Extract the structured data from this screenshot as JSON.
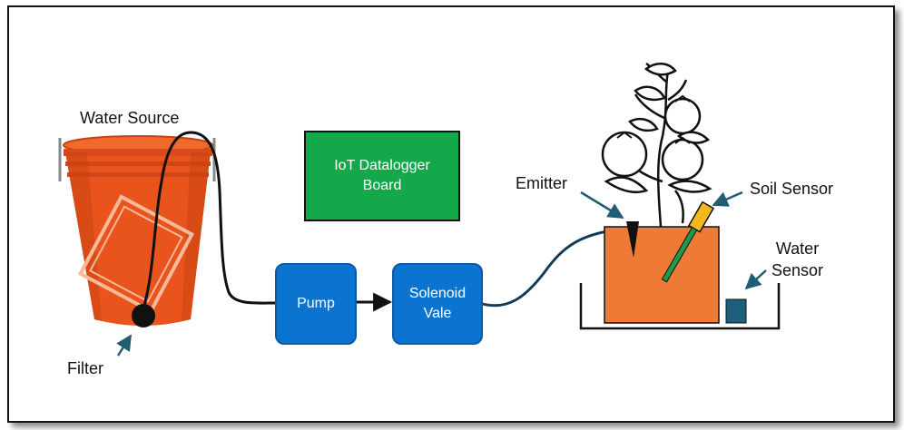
{
  "labels": {
    "water_source": "Water Source",
    "filter": "Filter",
    "emitter": "Emitter",
    "soil_sensor": "Soil Sensor",
    "water_sensor": "Water\nSensor"
  },
  "boxes": {
    "datalogger": "IoT Datalogger\nBoard",
    "pump": "Pump",
    "solenoid": "Solenoid\nVale"
  },
  "colors": {
    "bucket": "#e8541c",
    "bucket_dark": "#c8410f",
    "pot": "#ee7a36",
    "box_blue": "#0b74d1",
    "box_green": "#14a84b",
    "arrow": "#1f5d73",
    "tube_blue": "#123b5a",
    "sensor_yellow": "#f2b81c",
    "sensor_green": "#1e9a4a",
    "water_sensor": "#1d5f7c"
  },
  "icons": {
    "bucket": "bucket-icon",
    "filter": "filter-icon",
    "plant": "tomato-plant-icon",
    "pot": "pot-icon",
    "tray": "tray-icon"
  }
}
